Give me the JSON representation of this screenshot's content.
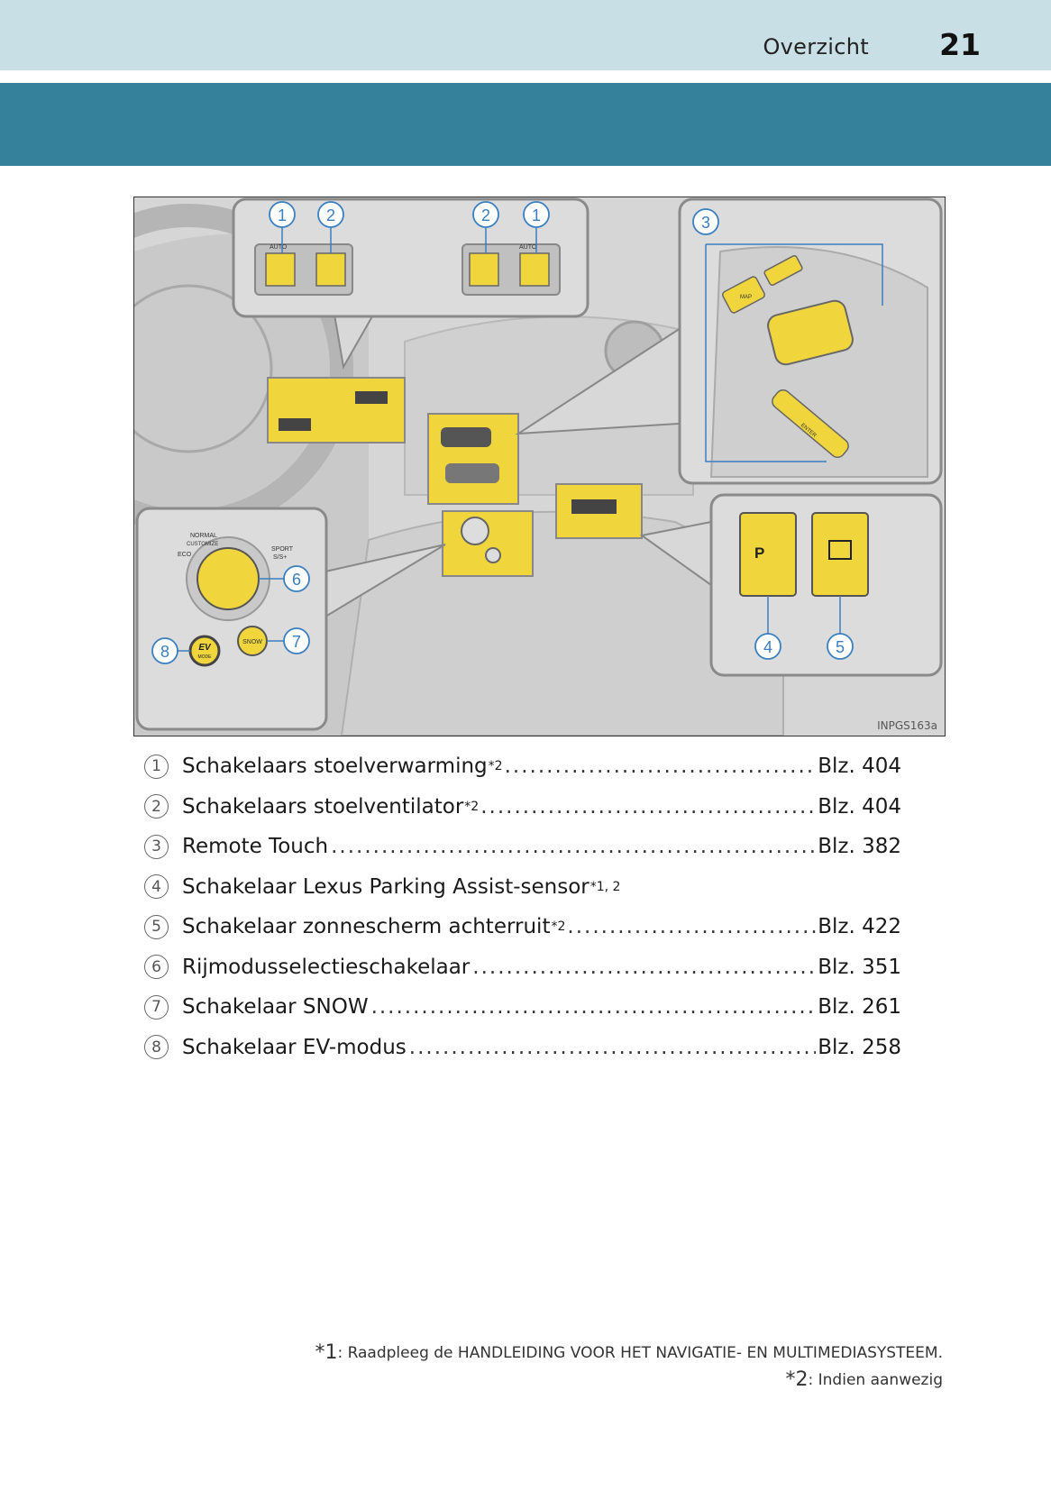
{
  "header": {
    "section": "Overzicht",
    "page_number": "21"
  },
  "figure": {
    "code": "INPGS163a",
    "callouts": [
      "1",
      "2",
      "2",
      "1",
      "3",
      "4",
      "5",
      "6",
      "7",
      "8"
    ],
    "labels": {
      "auto": "AUTO",
      "normal": "NORMAL",
      "customize": "CUSTOMIZE",
      "eco": "ECO",
      "sport": "SPORT",
      "sport_mode": "S/S+",
      "snow": "SNOW",
      "ev": "EV",
      "mode": "MODE",
      "park": "P",
      "enter": "ENTER",
      "map": "MAP"
    },
    "colors": {
      "highlight": "#f0d63c",
      "callout": "#3a7fc0",
      "teal": "#35809b"
    }
  },
  "legend": [
    {
      "num": "1",
      "label": "Schakelaars stoelverwarming",
      "note": "*2",
      "page": "Blz. 404"
    },
    {
      "num": "2",
      "label": "Schakelaars stoelventilator",
      "note": "*2",
      "page": "Blz. 404"
    },
    {
      "num": "3",
      "label": "Remote Touch",
      "note": "",
      "page": "Blz. 382"
    },
    {
      "num": "4",
      "label": "Schakelaar Lexus Parking Assist-sensor",
      "note": "*1, 2",
      "page": ""
    },
    {
      "num": "5",
      "label": "Schakelaar zonnescherm achterruit",
      "note": "*2",
      "page": "Blz. 422"
    },
    {
      "num": "6",
      "label": "Rijmodusselectieschakelaar",
      "note": "",
      "page": "Blz. 351"
    },
    {
      "num": "7",
      "label": "Schakelaar SNOW",
      "note": "",
      "page": "Blz. 261"
    },
    {
      "num": "8",
      "label": "Schakelaar EV-modus",
      "note": "",
      "page": "Blz. 258"
    }
  ],
  "footnotes": [
    {
      "mark": "*1",
      "text": ": Raadpleeg de HANDLEIDING VOOR HET NAVIGATIE- EN MULTIMEDIASYSTEEM."
    },
    {
      "mark": "*2",
      "text": ": Indien aanwezig"
    }
  ]
}
